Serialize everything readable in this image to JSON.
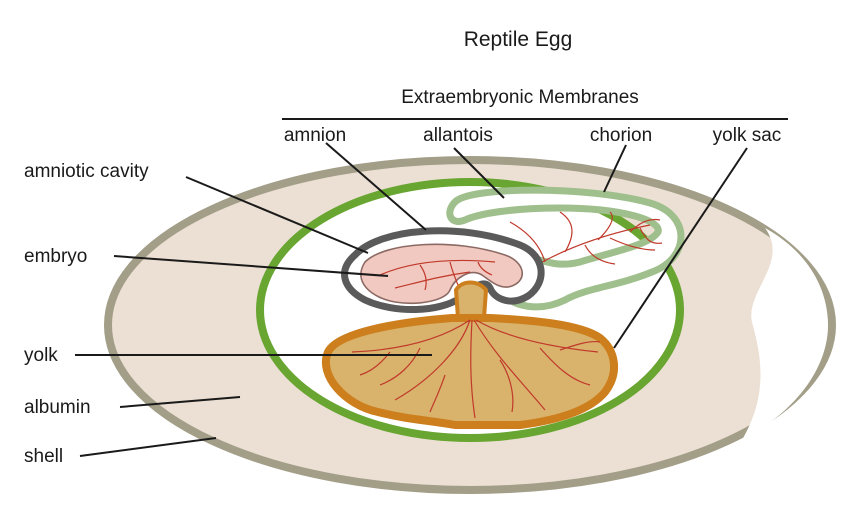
{
  "title": "Reptile Egg",
  "group_label": "Extraembryonic Membranes",
  "labels": {
    "amnion": "amnion",
    "allantois": "allantois",
    "chorion": "chorion",
    "yolk_sac": "yolk sac",
    "amniotic_cavity": "amniotic cavity",
    "embryo": "embryo",
    "yolk": "yolk",
    "albumin": "albumin",
    "shell": "shell"
  },
  "colors": {
    "shell": "#a29e88",
    "albumin": "#ecdfd3",
    "chorion": "#68a531",
    "allantois": "#9fbf8c",
    "amnion": "#5a5a5a",
    "embryo": "#f1c9c0",
    "yolk_sac": "#cc7f1c",
    "yolk": "#d9b26c",
    "vessels": "#c0392b"
  }
}
